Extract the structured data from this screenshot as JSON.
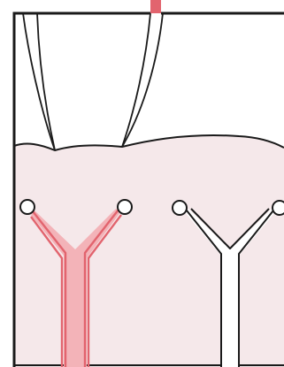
{
  "diagram": {
    "colors": {
      "background": "#ffffff",
      "outline": "#1a1a1a",
      "fill_region": "#f5e8ea",
      "highlight_stroke": "#e2646e",
      "highlight_fill": "#f3b3b8",
      "neutral_fill": "#ffffff"
    },
    "elements": [
      {
        "name": "frame",
        "kind": "rectangle-outline"
      },
      {
        "name": "top-channel",
        "kind": "vertical-bar",
        "color": "highlight"
      },
      {
        "name": "pointed-column",
        "kind": "funnel-shape"
      },
      {
        "name": "lower-region",
        "kind": "shaded-area"
      },
      {
        "name": "left-y-structure",
        "kind": "y-branch",
        "style": "highlighted"
      },
      {
        "name": "right-y-structure",
        "kind": "y-branch",
        "style": "plain"
      }
    ]
  }
}
